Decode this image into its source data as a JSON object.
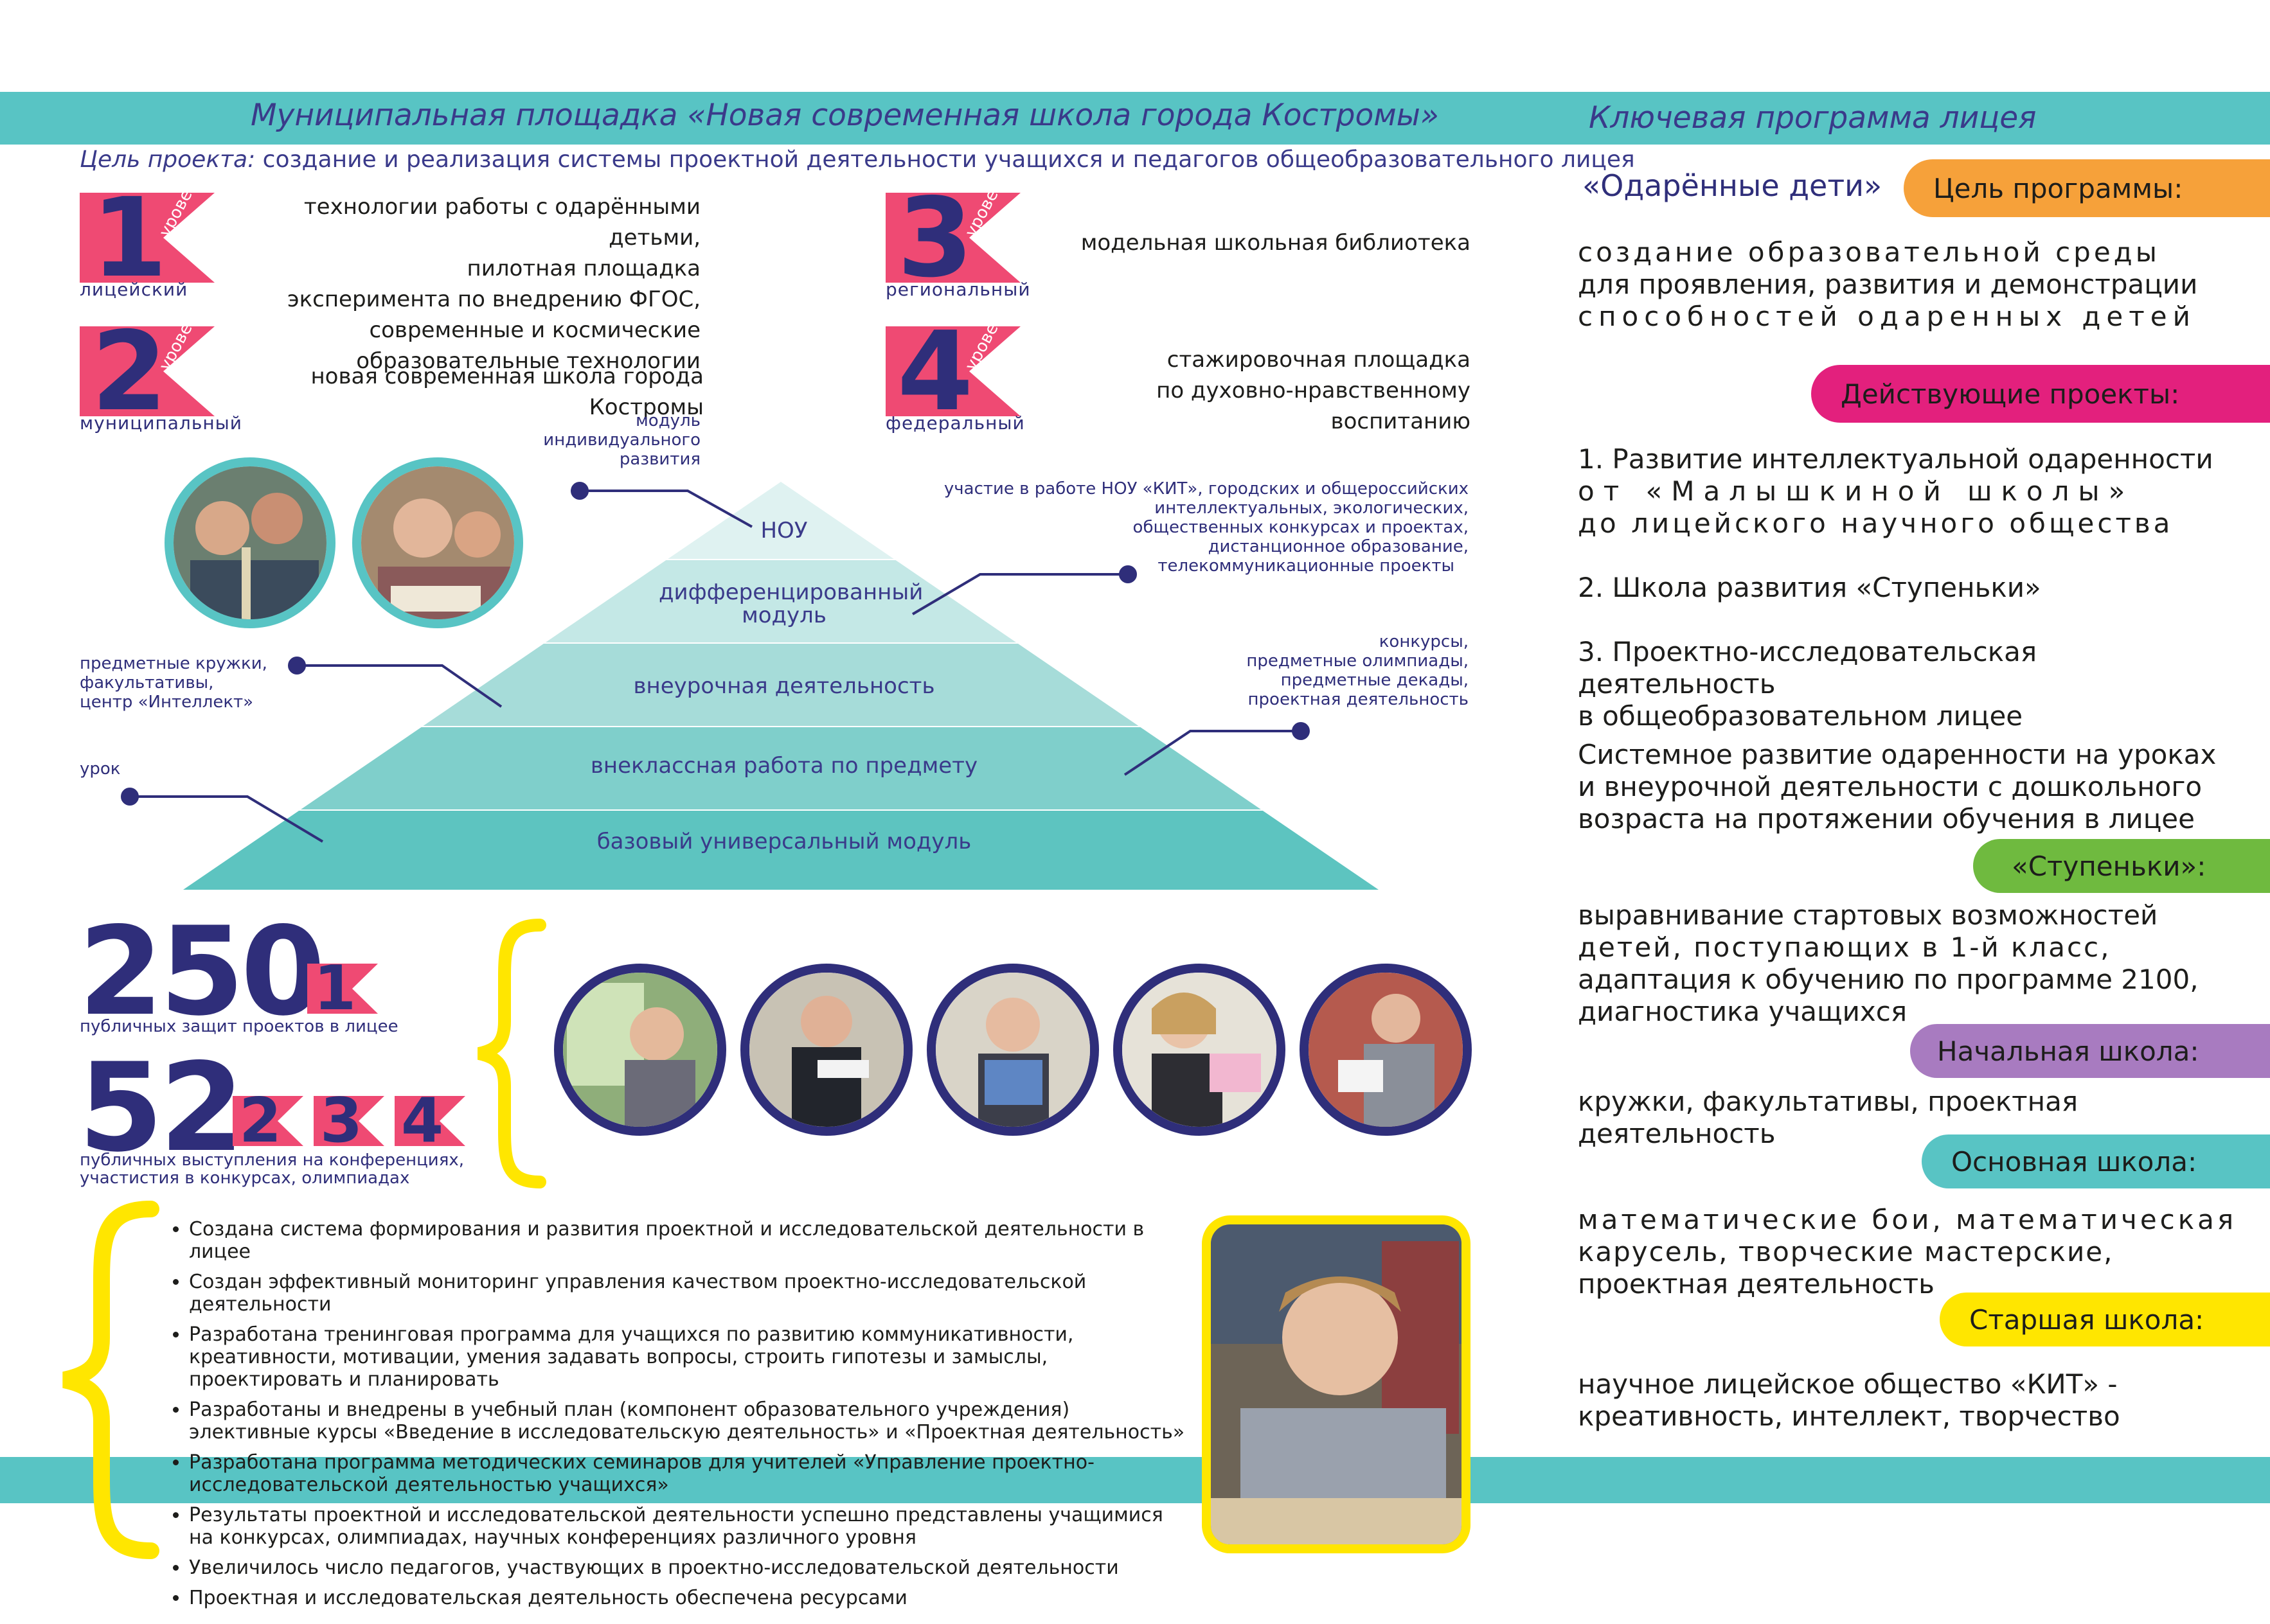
{
  "left": {
    "header": "Муниципальная площадка «Новая современная школа города Костромы»",
    "goal_label": "Цель проекта:",
    "goal_text": " создание и реализация системы проектной деятельности учащихся и педагогов общеобразовательного лицея",
    "levels": [
      {
        "number": "1",
        "word": "уровень",
        "caption": "лицейский",
        "text": [
          "технологии работы с одарёнными детьми,",
          "пилотная площадка",
          "эксперимента по внедрению ФГОС,",
          "современные и космические",
          "образовательные технологии"
        ]
      },
      {
        "number": "2",
        "word": "уровень",
        "caption": "муниципальный",
        "text": [
          "новая современная школа города Костромы"
        ]
      },
      {
        "number": "3",
        "word": "уровень",
        "caption": "региональный",
        "text": [
          "модельная школьная библиотека"
        ]
      },
      {
        "number": "4",
        "word": "уровень",
        "caption": "федеральный",
        "text": [
          "стажировочная площадка",
          "по духовно-нравственному воспитанию"
        ]
      }
    ],
    "pyramid": {
      "layers": [
        "НОУ",
        "дифференцированный модуль",
        "внеурочная деятельность",
        "внеклассная работа по предмету",
        "базовый универсальный модуль"
      ],
      "annotations": {
        "module": [
          "модуль",
          "индивидуального",
          "развития"
        ],
        "nou": [
          "участие в работе НОУ «КИТ», городских и общероссийских",
          "интеллектуальных, экологических,",
          "общественных конкурсах и проектах,",
          "дистанционное образование,",
          "телекоммуникационные проекты"
        ],
        "circles": [
          "предметные кружки,",
          "факультативы,",
          "центр «Интеллект»"
        ],
        "contests": [
          "конкурсы,",
          "предметные олимпиады,",
          "предметные декады,",
          "проектная деятельность"
        ],
        "lesson": [
          "урок"
        ]
      }
    },
    "stats": [
      {
        "value": "250",
        "label": [
          "публичных защит проектов в лицее"
        ],
        "levels": [
          "1"
        ]
      },
      {
        "value": "52",
        "label": [
          "публичных выступления на конференциях,",
          "участистия в конкурсах, олимпиадах"
        ],
        "levels": [
          "2",
          "3",
          "4"
        ]
      }
    ],
    "results": [
      "Создана система формирования и развития проектной и исследовательской деятельности в лицее",
      "Создан эффективный мониторинг управления качеством проектно-исследовательской деятельности",
      "Разработана  тренинговая программа для учащихся по развитию коммуникативности, креативности, мотивации, умения задавать вопросы, строить гипотезы и замыслы, проектировать и планировать",
      "Разработаны и внедрены в учебный план (компонент образовательного учреждения) элективные курсы «Введение в исследовательскую деятельность» и «Проектная деятельность»",
      " Разработана программа методических семинаров для учителей «Управление проектно-исследовательской деятельностью учащихся»",
      "Результаты проектной и исследовательской деятельности успешно представлены учащимися на конкурсах, олимпиадах, научных конференциях различного уровня",
      "Увеличилось число педагогов, участвующих в проектно-исследовательской деятельности",
      "Проектная и исследовательская деятельность обеспечена ресурсами"
    ]
  },
  "right": {
    "header": "Ключевая программа лицея",
    "program_name": "«Одарённые дети»",
    "goal_pill": "Цель программы:",
    "goal_lines": [
      "создание образовательной среды",
      "для проявления, развития и демонстрации",
      "способностей одаренных детей"
    ],
    "projects_pill": "Действующие проекты:",
    "projects": [
      [
        "1.  Развитие интеллектуальной одаренности",
        "от «Малышкиной школы»",
        "до лицейского научного общества"
      ],
      [
        "2.  Школа развития «Ступеньки»"
      ],
      [
        "3.  Проектно-исследовательская деятельность",
        "в общеобразовательном лицее"
      ]
    ],
    "system_text": [
      "Системное развитие одаренности на уроках",
      "и внеурочной деятельности с дошкольного",
      "возраста на протяжении обучения в лицее"
    ],
    "stupenki_pill": "«Ступеньки»:",
    "stupenki_lines": [
      "выравнивание стартовых возможностей",
      "детей, поступающих в 1-й класс,",
      "адаптация к обучению по программе 2100,",
      "диагностика учащихся"
    ],
    "primary_pill": "Начальная школа:",
    "primary_text": "кружки, факультативы, проектная деятельность",
    "basic_pill": "Основная школа:",
    "basic_lines": [
      "математические бои, математическая",
      "карусель, творческие мастерские,",
      "проектная деятельность"
    ],
    "senior_pill": "Старшая школа:",
    "senior_lines": [
      "научное лицейское общество «КИТ» -",
      "креативность, интеллект, творчество"
    ]
  },
  "colors": {
    "teal": "#58c4c4",
    "navy": "#2f2e7a",
    "pink": "#ef4a73",
    "orange": "#f6a13a",
    "magenta": "#e3207d",
    "green": "#6fba3f",
    "purple": "#a87bc0",
    "yellow": "#ffe600"
  }
}
